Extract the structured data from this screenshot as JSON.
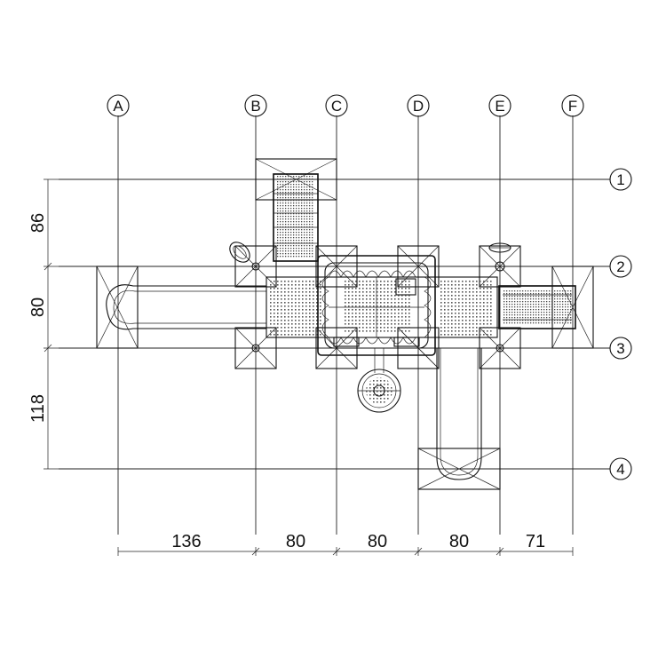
{
  "plan": {
    "column_labels": [
      "A",
      "B",
      "C",
      "D",
      "E",
      "F"
    ],
    "row_labels": [
      "1",
      "2",
      "3",
      "4"
    ],
    "horizontal_dimensions": [
      "136",
      "80",
      "80",
      "80",
      "71"
    ],
    "vertical_dimensions": [
      "86",
      "80",
      "118"
    ]
  },
  "colors": {
    "line": "#111111",
    "background": "#ffffff"
  }
}
